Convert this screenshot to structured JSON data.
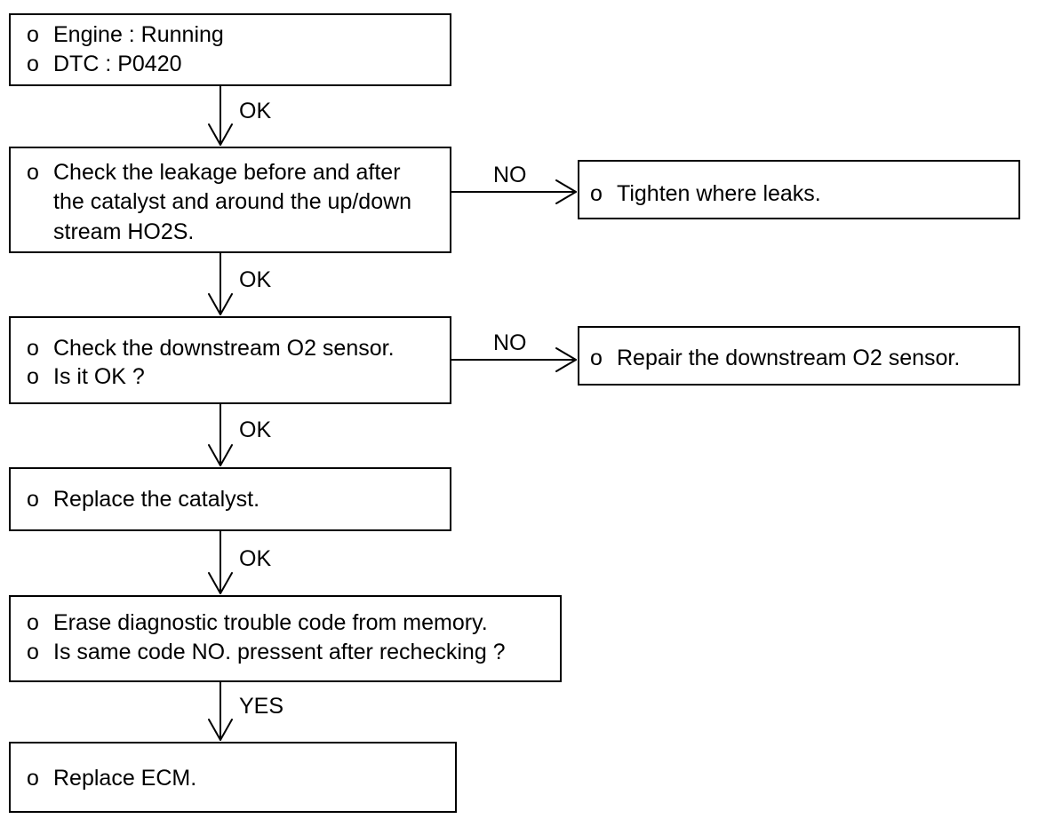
{
  "bullet": "o",
  "steps": [
    {
      "lines": [
        "Engine : Running",
        "DTC : P0420"
      ]
    },
    {
      "lines": [
        "Check the leakage before and after",
        "the catalyst and around the up/down",
        "stream HO2S."
      ]
    },
    {
      "lines": [
        "Check the downstream O2 sensor.",
        "Is it OK ?"
      ]
    },
    {
      "lines": [
        "Replace the catalyst."
      ]
    },
    {
      "lines": [
        "Erase diagnostic trouble code from memory.",
        "Is same code NO. pressent after rechecking ?"
      ]
    },
    {
      "lines": [
        "Replace ECM."
      ]
    }
  ],
  "side_steps": [
    {
      "lines": [
        "Tighten where leaks."
      ]
    },
    {
      "lines": [
        "Repair the downstream O2 sensor."
      ]
    }
  ],
  "edge_labels": {
    "ok": "OK",
    "no": "NO",
    "yes": "YES"
  }
}
